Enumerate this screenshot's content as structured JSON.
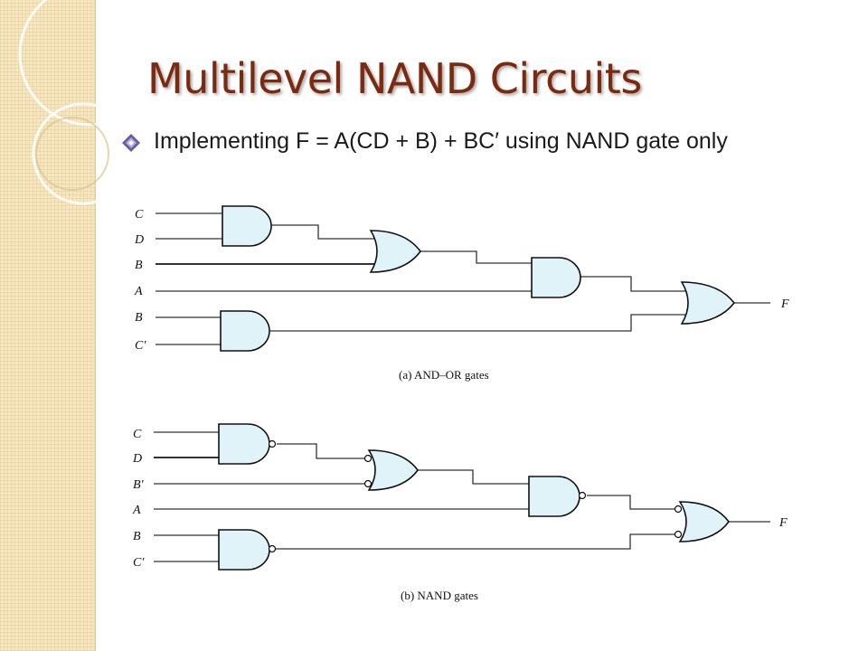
{
  "slide": {
    "title": "Multilevel NAND Circuits",
    "bullet": "Implementing F = A(CD + B) + BC′ using NAND gate only"
  },
  "circuit_a": {
    "inputs": [
      "C",
      "D",
      "B",
      "A",
      "B",
      "C′"
    ],
    "output": "F",
    "caption": "(a) AND–OR gates"
  },
  "circuit_b": {
    "inputs": [
      "C",
      "D",
      "B′",
      "A",
      "B",
      "C′"
    ],
    "output": "F",
    "caption": "(b) NAND gates"
  },
  "colors": {
    "title": "#7b2a10",
    "gate_fill": "#dff3f9",
    "side_band": "#f6e7c1",
    "bullet_icon": "#6b5aa6"
  },
  "icons": {
    "bullet": "diamond-bullet-icon"
  }
}
